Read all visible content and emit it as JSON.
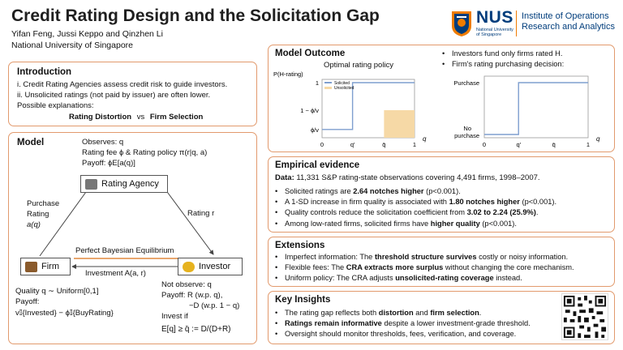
{
  "header": {
    "title": "Credit Rating Design and the Solicitation Gap",
    "authors": "Yifan Feng, Jussi Keppo and Qinzhen Li",
    "affiliation": "National University of Singapore",
    "logo": {
      "nus": "NUS",
      "nus_sub_1": "National University",
      "nus_sub_2": "of Singapore",
      "inst_line1": "Institute of Operations",
      "inst_line2": "Research and Analytics"
    }
  },
  "introduction": {
    "title": "Introduction",
    "lines": [
      "i. Credit Rating Agencies assess credit risk to guide investors.",
      "ii. Unsolicited ratings (not paid by issuer) are often lower.",
      "Possible explanations:"
    ],
    "exp_a": "Rating Distortion",
    "exp_vs": "vs",
    "exp_b": "Firm Selection"
  },
  "model": {
    "title": "Model",
    "observes": "Observes: q",
    "fee_policy": "Rating fee ϕ & Rating policy π(r|q, a)",
    "payoff": "Payoff: ϕE[a(q)]",
    "rating_agency": "Rating Agency",
    "purchase_1": "Purchase",
    "purchase_2": "Rating",
    "purchase_3": "a(q)",
    "rating_r": "Rating r",
    "pbe": "Perfect Bayesian Equilibrium",
    "firm": "Firm",
    "investor": "Investor",
    "investment": "Investment A(a, r)",
    "quality": "Quality q ∼ Uniform[0,1]",
    "firm_payoff_label": "Payoff:",
    "firm_payoff": "v𝕀{Invested} − ϕ𝕀{BuyRating}",
    "not_observe": "Not observe: q",
    "inv_payoff_1": "Payoff:  R (w.p. q),",
    "inv_payoff_2": "−D (w.p. 1 − q)",
    "invest_if": "Invest if",
    "invest_cond": "E[q] ≥ q̄ := D/(D+R)"
  },
  "outcome": {
    "title": "Model Outcome",
    "chart1_title": "Optimal rating policy",
    "bullets": [
      "Investors fund only firms rated H.",
      "Firm's rating purchasing decision:"
    ]
  },
  "chart_data": [
    {
      "type": "line",
      "title": "Optimal rating policy",
      "ylabel": "P(H-rating)",
      "legend": [
        "Solicited",
        "Unsolicited"
      ],
      "legend_position": "top-left",
      "xticks": [
        "0",
        "q′",
        "q̄",
        "1"
      ],
      "xlabel": "q",
      "yticks": [
        "ϕ/v",
        "1 − ϕ/v",
        "1"
      ],
      "series": [
        {
          "name": "Solicited",
          "x": [
            0,
            0.33,
            0.33,
            1
          ],
          "y": [
            0.15,
            0.15,
            1,
            1
          ]
        },
        {
          "name": "Unsolicited",
          "x": [
            0.67,
            1
          ],
          "y": [
            0.5,
            0.5
          ]
        }
      ],
      "xlim": [
        0,
        1
      ],
      "ylim": [
        0,
        1
      ]
    },
    {
      "type": "line",
      "xticks": [
        "0",
        "q′",
        "q̄",
        "1"
      ],
      "xlabel": "q",
      "ycategories": [
        "No purchase",
        "Purchase"
      ],
      "series": [
        {
          "x": [
            0,
            0.33,
            0.33,
            1
          ],
          "y": [
            0,
            0,
            1,
            1
          ]
        }
      ],
      "xlim": [
        0,
        1
      ]
    }
  ],
  "empirical": {
    "title": "Empirical evidence",
    "data_label": "Data:",
    "data_text": "11,331 S&P rating-state observations covering 4,491 firms, 1998–2007.",
    "b1_pre": "Solicited ratings are ",
    "b1_bold": "2.64 notches higher",
    "b1_post": " (p<0.001).",
    "b2_pre": "A 1-SD increase in firm quality is associated with ",
    "b2_bold": "1.80 notches higher",
    "b2_post": " (p<0.001).",
    "b3_pre": "Quality controls reduce the solicitation coefficient from ",
    "b3_bold": "3.02 to 2.24 (25.9%)",
    "b3_post": ".",
    "b4_pre": "Among low-rated firms, solicited firms have ",
    "b4_bold": "higher quality",
    "b4_post": " (p<0.001)."
  },
  "extensions": {
    "title": "Extensions",
    "e1_pre": "Imperfect information: The ",
    "e1_bold": "threshold structure survives",
    "e1_post": " costly or noisy information.",
    "e2_pre": "Flexible fees: The ",
    "e2_bold": "CRA extracts more surplus",
    "e2_post": " without changing the core mechanism.",
    "e3_pre": "Uniform policy: The CRA adjusts ",
    "e3_bold": "unsolicited-rating coverage",
    "e3_post": " instead."
  },
  "insights": {
    "title": "Key Insights",
    "k1_pre": "The rating gap reflects both ",
    "k1_bold1": "distortion",
    "k1_mid": " and ",
    "k1_bold2": "firm selection",
    "k1_post": ".",
    "k2_bold": "Ratings remain informative",
    "k2_post": " despite a lower investment-grade threshold.",
    "k3": "Oversight should monitor thresholds, fees, verification, and coverage."
  },
  "colors": {
    "panel_border": "#e29a6d",
    "nus_blue": "#003d7c",
    "nus_orange": "#ef7c00",
    "solicited_line": "#7f9fcf",
    "unsolicited_fill": "#f6d9a6"
  }
}
